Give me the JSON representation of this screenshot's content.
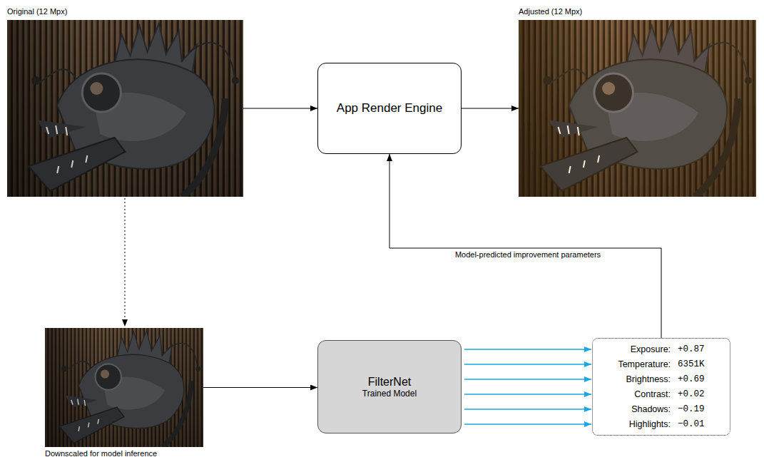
{
  "diagram": {
    "nodes": [
      {
        "text": [
          "Original (12 Mpx)"
        ]
      },
      {
        "text": [
          "App Render Engine"
        ]
      },
      {
        "text": [
          "Adjusted (12 Mpx)"
        ]
      },
      {
        "text": [
          "Downscaled for model inference"
        ]
      },
      {
        "text": [
          "FilterNet",
          "Trained Model"
        ]
      },
      {
        "text": [
          "Exposure:",
          "+0.87",
          "Temperature:",
          "6351K",
          "Brightness:",
          "+0.69",
          "Contrast:",
          "+0.02",
          "Shadows:",
          "−0.19",
          "Highlights:",
          "−0.01"
        ]
      }
    ],
    "edges": [
      {
        "from": 0,
        "to": 1,
        "arrow": "to"
      },
      {
        "from": 1,
        "to": 2,
        "arrow": "to"
      },
      {
        "from": 0,
        "to": 3,
        "arrow": "to"
      },
      {
        "from": 3,
        "to": 4,
        "arrow": "to"
      },
      {
        "from": 4,
        "to": 5,
        "arrow": "to"
      },
      {
        "from": 4,
        "to": 5,
        "arrow": "to"
      },
      {
        "from": 4,
        "to": 5,
        "arrow": "to"
      },
      {
        "from": 4,
        "to": 5,
        "arrow": "to"
      },
      {
        "from": 4,
        "to": 5,
        "arrow": "to"
      },
      {
        "from": 4,
        "to": 5,
        "arrow": "to"
      },
      {
        "from": 5,
        "to": 1,
        "label": "Model-predicted improvement parameters",
        "arrow": "to"
      }
    ]
  }
}
